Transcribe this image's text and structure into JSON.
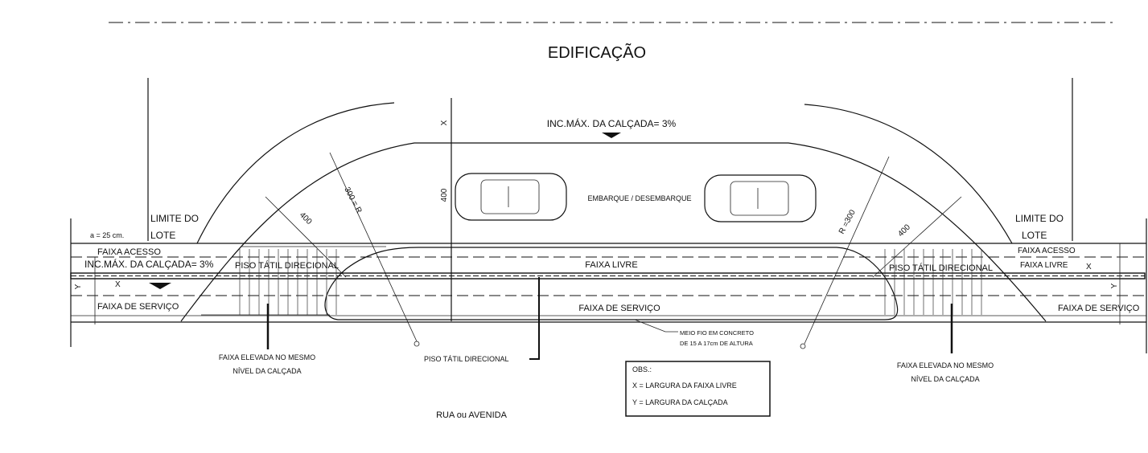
{
  "title": "EDIFICAÇÃO",
  "slope_top": "INC.MÁX. DA CALÇADA= 3%",
  "slope_left": "INC.MÁX. DA CALÇADA= 3%",
  "dim_x": "X",
  "dim_y": "Y",
  "dim_400_center": "400",
  "dim_400_left": "400",
  "dim_400_right": "400",
  "radius_left": "300 = R",
  "radius_right": "R =300",
  "boarding": "EMBARQUE / DESEMBARQUE",
  "lot_limit_left": [
    "LIMITE  DO",
    "LOTE"
  ],
  "lot_limit_right": [
    "LIMITE  DO",
    "LOTE"
  ],
  "a_dimension": "a = 25  cm.",
  "bands": {
    "faixa_acesso_left": "FAIXA ACESSO",
    "faixa_acesso_right": "FAIXA ACESSO",
    "faixa_livre_center": "FAIXA LIVRE",
    "faixa_livre_right": "FAIXA LIVRE",
    "faixa_servico_left": "FAIXA DE SERVIÇO",
    "faixa_servico_center": "FAIXA DE SERVIÇO",
    "faixa_servico_right": "FAIXA DE SERVIÇO",
    "piso_tatil_left": "PISO TÁTIL DIRECIONAL",
    "piso_tatil_right": "PISO TÁTIL DIRECIONAL"
  },
  "callouts": {
    "raised_left": [
      "FAIXA ELEVADA NO MESMO",
      "NÍVEL DA CALÇADA"
    ],
    "raised_right": [
      "FAIXA ELEVADA NO MESMO",
      "NÍVEL DA CALÇADA"
    ],
    "tactile": "PISO TÁTIL DIRECIONAL",
    "curb": [
      "MEIO FIO EM CONCRETO",
      "DE 15 A 17cm DE ALTURA"
    ]
  },
  "notes": {
    "heading": "OBS.:",
    "x": "X = LARGURA DA FAIXA LIVRE",
    "y": "Y = LARGURA DA CALÇADA"
  },
  "street": "RUA ou AVENIDA"
}
